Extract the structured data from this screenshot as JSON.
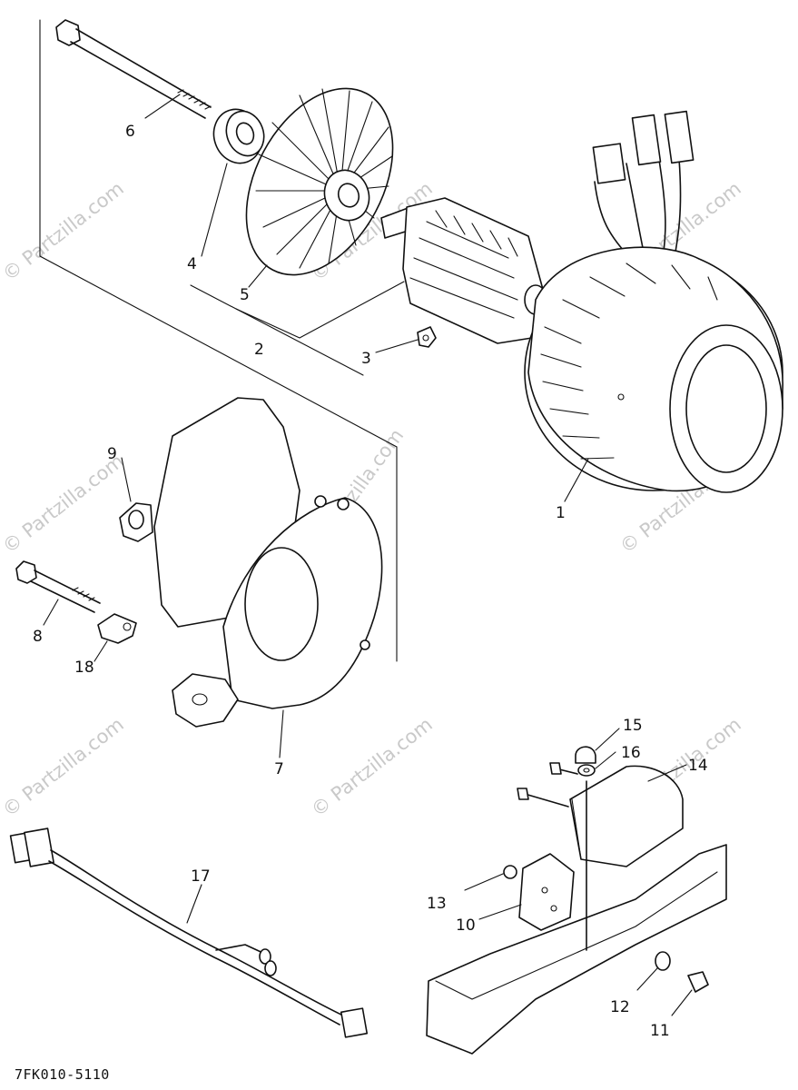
{
  "diagram": {
    "figure_code": "7FK010-5110",
    "watermark": "© Partzilla.com",
    "callouts": [
      "1",
      "2",
      "3",
      "4",
      "5",
      "6",
      "7",
      "8",
      "9",
      "10",
      "11",
      "12",
      "13",
      "14",
      "15",
      "16",
      "17",
      "18"
    ]
  }
}
